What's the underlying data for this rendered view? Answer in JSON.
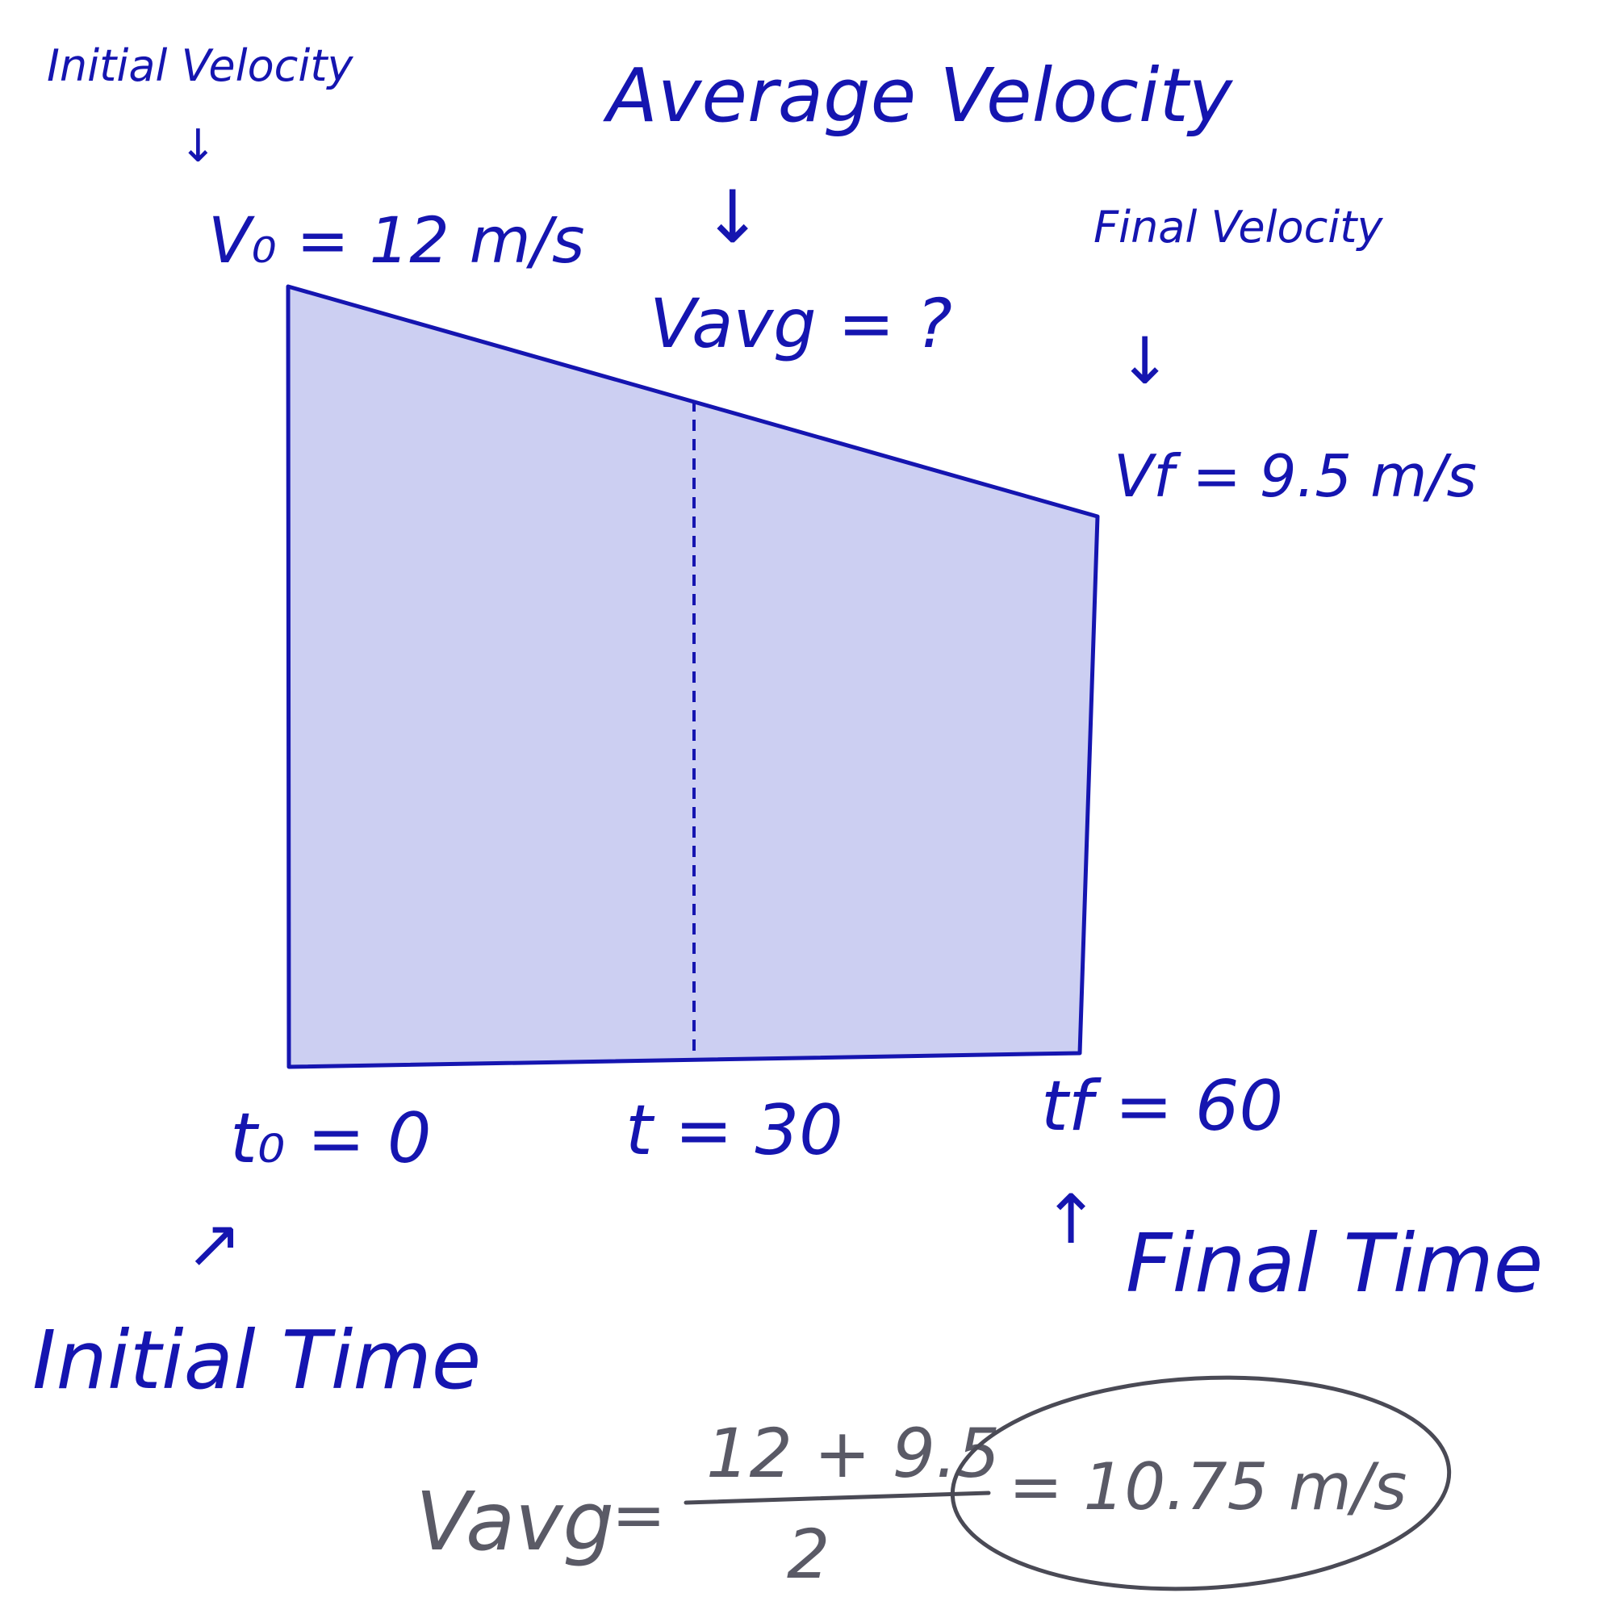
{
  "colors": {
    "ink_blue": "#1515b0",
    "ink_gray": "#4a4a55",
    "fill": "#cccff2"
  },
  "labels": {
    "initial_velocity": "Initial Velocity",
    "average_velocity": "Average Velocity",
    "final_velocity": "Final Velocity",
    "v0": "V₀ = 12 m/s",
    "vavg_question": "Vavg = ?",
    "vf": "Vf = 9.5 m/s",
    "t0": "t₀ = 0",
    "tmid": "t = 30",
    "tf": "tf = 60",
    "initial_time": "Initial Time",
    "final_time": "Final Time"
  },
  "equation": {
    "lhs": "Vavg",
    "equals": "=",
    "numerator": "12 + 9.5",
    "denominator": "2",
    "result": "= 10.75 m/s"
  },
  "arrows": {
    "down": "↓",
    "up_right": "↗",
    "up": "↑"
  }
}
